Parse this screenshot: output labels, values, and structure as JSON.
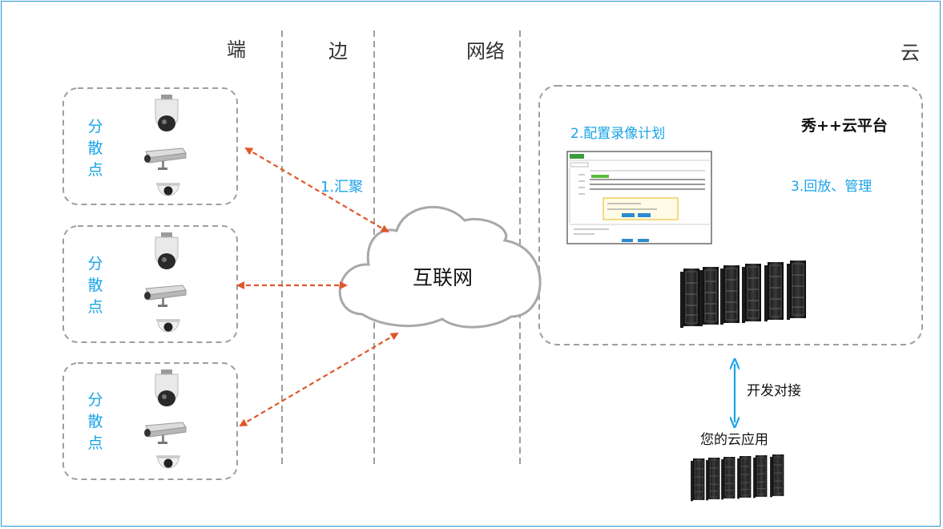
{
  "columns": {
    "end": "端",
    "edge": "边",
    "network": "网络",
    "cloud": "云"
  },
  "sites": [
    {
      "label": "分散点"
    },
    {
      "label": "分散点"
    },
    {
      "label": "分散点"
    }
  ],
  "internet": {
    "label": "互联网"
  },
  "aggregate_label": "1.汇聚",
  "cloud_platform": {
    "title": "秀++云平台",
    "step_config": "2.配置录像计划",
    "step_playback": "3.回放、管理"
  },
  "integration_label": "开发对接",
  "your_app_label": "您的云应用",
  "colors": {
    "accent_blue": "#1aa3e8",
    "arrow_orange": "#e0572a",
    "frame_blue": "#2b95d6"
  }
}
